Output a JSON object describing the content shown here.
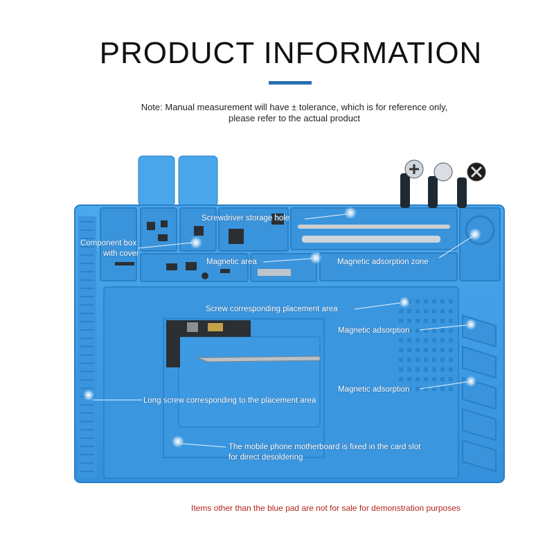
{
  "header": {
    "title": "PRODUCT INFORMATION",
    "note_line1": "Note: Manual measurement will have ± tolerance, which is for reference only,",
    "note_line2": "please refer to the actual product"
  },
  "callouts": {
    "component_box_line1": "Component box",
    "component_box_line2": "with cover",
    "screwdriver_hole": "Screwdriver storage hole",
    "magnetic_area": "Magnetic area",
    "magnetic_adsorption_zone": "Magnetic adsorption zone",
    "screw_placement": "Screw corresponding placement area",
    "magnetic_adsorption_1": "Magnetic adsorption",
    "magnetic_adsorption_2": "Magnetic adsorption",
    "long_screw": "Long screw corresponding to the placement area",
    "motherboard_line1": "The mobile phone motherboard is fixed in the card slot",
    "motherboard_line2": "for direct desoldering"
  },
  "footer": {
    "disclaimer": "Items other than the blue pad are not for sale for demonstration purposes"
  },
  "colors": {
    "pad": "#3b9be3",
    "pad_dark": "#2a7fc6",
    "title_bar": "#2a6db5",
    "footer_text": "#b3261e"
  }
}
